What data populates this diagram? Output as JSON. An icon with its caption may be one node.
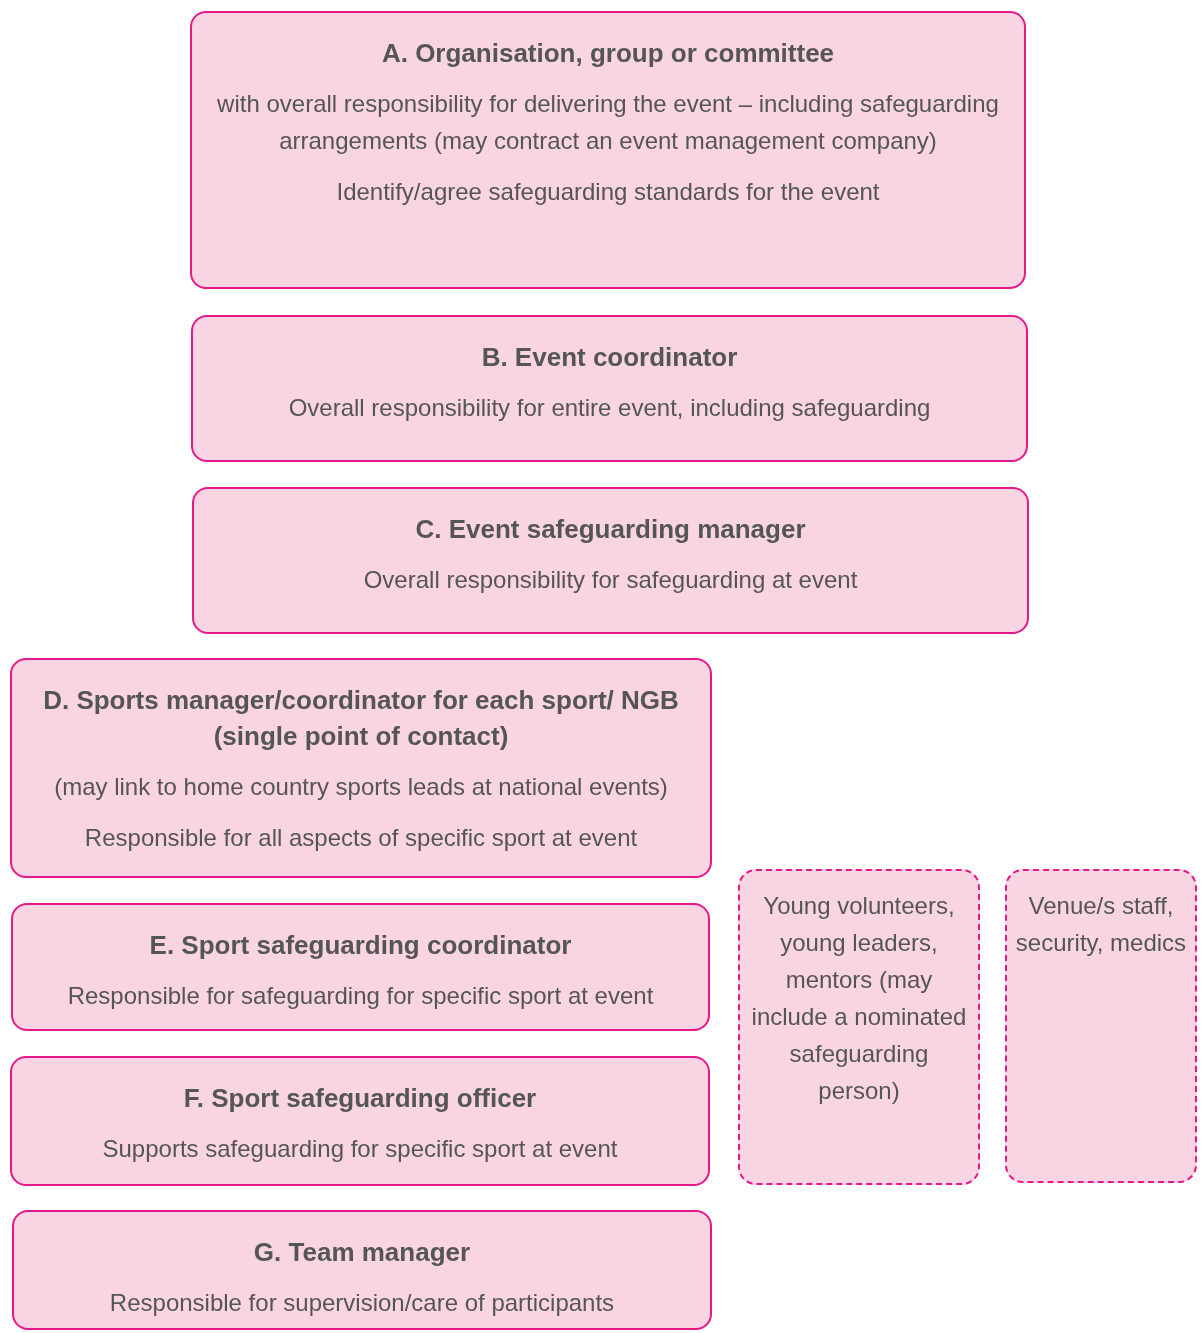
{
  "diagram": {
    "nodes": [
      {
        "text": [
          "A. Organisation, group or committee",
          "with overall responsibility for delivering the event – including safeguarding arrangements (may contract an event management company)",
          "Identify/agree safeguarding standards for the event"
        ]
      },
      {
        "text": [
          "B. Event coordinator",
          "Overall responsibility for entire event, including safeguarding"
        ]
      },
      {
        "text": [
          "C. Event safeguarding manager",
          "Overall responsibility for safeguarding at event"
        ]
      },
      {
        "text": [
          "D. Sports manager/coordinator for each sport/ NGB (single point of contact)",
          "(may link to home country sports leads at national events)",
          "Responsible for all aspects of specific sport at event"
        ]
      },
      {
        "text": [
          "E. Sport safeguarding coordinator",
          "Responsible for safeguarding for specific sport at event"
        ]
      },
      {
        "text": [
          "F. Sport safeguarding officer",
          "Supports safeguarding for specific sport at event"
        ]
      },
      {
        "text": [
          "G. Team manager",
          "Responsible for supervision/care of participants"
        ]
      },
      {
        "text": [
          "Young volunteers, young leaders, mentors (may include a nominated safeguarding person)"
        ]
      },
      {
        "text": [
          "Venue/s staff, security, medics"
        ]
      }
    ]
  }
}
